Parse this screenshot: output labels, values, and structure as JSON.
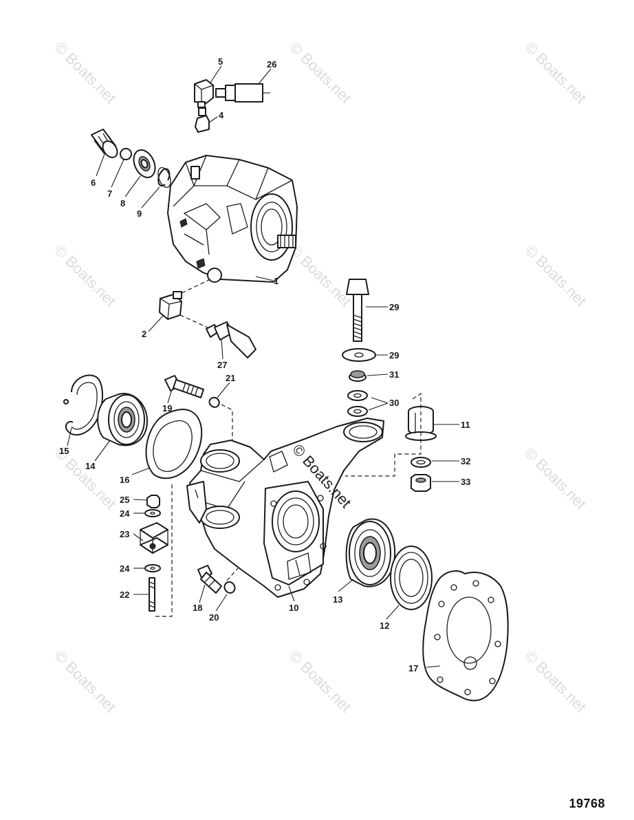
{
  "diagram": {
    "watermark_text": "© Boats.net",
    "figure_code": "19768",
    "labels": {
      "p1": "1",
      "p2": "2",
      "p4": "4",
      "p5": "5",
      "p6": "6",
      "p7": "7",
      "p8": "8",
      "p9": "9",
      "p10": "10",
      "p11": "11",
      "p12": "12",
      "p13": "13",
      "p14": "14",
      "p15": "15",
      "p16": "16",
      "p17": "17",
      "p18": "18",
      "p19": "19",
      "p20": "20",
      "p21": "21",
      "p22": "22",
      "p23": "23",
      "p24a": "24",
      "p24b": "24",
      "p25": "25",
      "p26": "26",
      "p27": "27",
      "p29a": "29",
      "p29b": "29",
      "p30": "30",
      "p31": "31",
      "p32": "32",
      "p33": "33"
    }
  }
}
